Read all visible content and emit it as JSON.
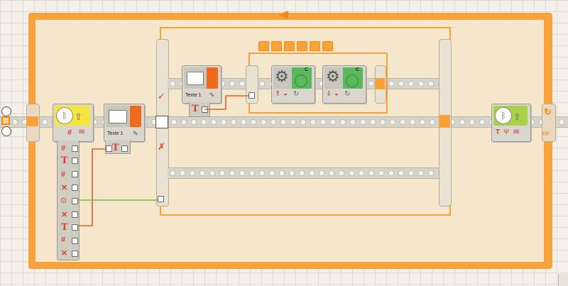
{
  "app": "LEGO MINDSTORMS NXT program",
  "colors": {
    "loop_orange": "#f7a23a",
    "canvas": "#f3f1ea",
    "grid": "#dedbd0",
    "text_block_orange": "#f06a1e",
    "motor_green": "#5cb85c",
    "bluetooth_yellow": "#f6e53c",
    "bluetooth_lime": "#a8d24a"
  },
  "blocks": {
    "text_block_1": {
      "label": "Texte 1"
    },
    "text_block_2": {
      "label": "Texte 1"
    },
    "motor_1": {
      "port": "C",
      "icons": [
        "arrow-up-icon",
        "brake-icon",
        "rotate-icon"
      ]
    },
    "motor_2": {
      "port": "C",
      "icons": [
        "arrow-down-icon",
        "brake-icon",
        "rotate-icon"
      ]
    }
  },
  "switch": {
    "true_icon": "check-icon",
    "false_icon": "cross-icon"
  },
  "icons": {
    "bluetooth_receive": "bluetooth-receive-icon",
    "bluetooth_send": "bluetooth-send-icon",
    "text": "text-t-icon",
    "number": "hash-icon",
    "loop": "loop-arrows-icon",
    "infinity": "infinity-icon"
  }
}
